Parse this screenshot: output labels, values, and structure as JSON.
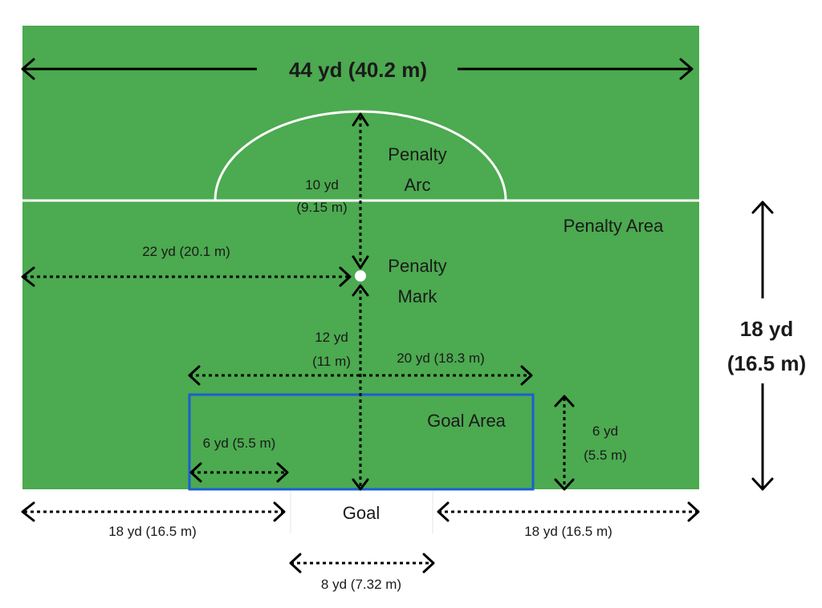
{
  "colors": {
    "grass": "#4caa50",
    "lines": "#ffffff",
    "goal_area": "#1a5fd6",
    "text": "#1a1a1a"
  },
  "labels": {
    "top_width": "44 yd (40.2 m)",
    "penalty_arc_1": "Penalty",
    "penalty_arc_2": "Arc",
    "arc_radius_1": "10 yd",
    "arc_radius_2": "(9.15 m)",
    "penalty_area": "Penalty Area",
    "mark_offset": "22 yd (20.1 m)",
    "penalty_mark_1": "Penalty",
    "penalty_mark_2": "Mark",
    "mark_distance_1": "12 yd",
    "mark_distance_2": "(11 m)",
    "goal_area_width": "20 yd (18.3 m)",
    "goal_area": "Goal Area",
    "goal_area_inset": "6 yd (5.5 m)",
    "goal_area_depth_1": "6 yd",
    "goal_area_depth_2": "(5.5 m)",
    "area_depth_1": "18 yd",
    "area_depth_2": "(16.5 m)",
    "goal": "Goal",
    "left_offset": "18 yd (16.5 m)",
    "right_offset": "18 yd (16.5 m)",
    "goal_width": "8 yd (7.32 m)"
  }
}
